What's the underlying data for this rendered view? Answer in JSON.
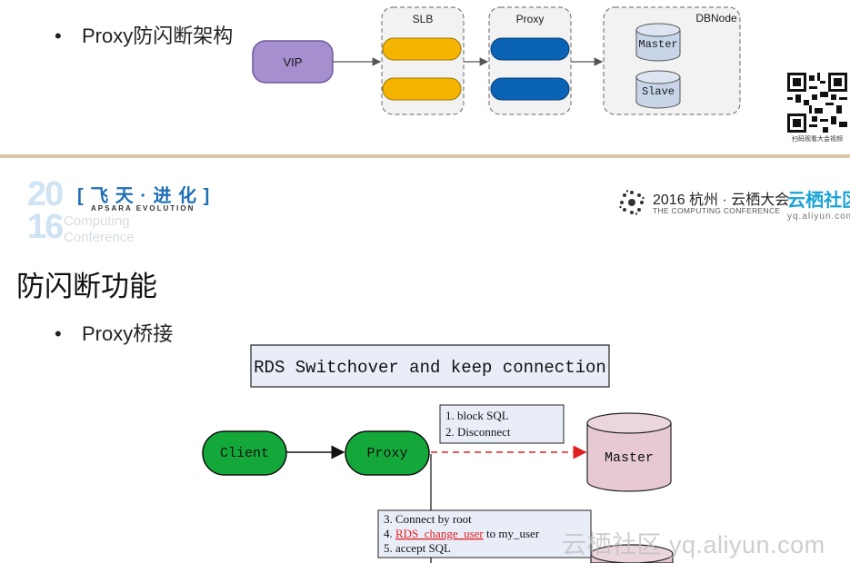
{
  "top_slide": {
    "bullet": "Proxy防闪断架构",
    "vip_label": "VIP",
    "slb_label": "SLB",
    "proxy_label": "Proxy",
    "dbnode_label": "DBNode",
    "master_label": "Master",
    "slave_label": "Slave",
    "qr_caption": "扫码观看大会视频"
  },
  "header": {
    "year_digits_top": "20",
    "year_digits_bottom": "16",
    "flytian_cn": "[ 飞 天 · 进 化 ]",
    "apsara_text": "APSARA EVOLUTION",
    "computing_text": "Computing",
    "conference_text": "Conference",
    "conf_title": "2016 杭州 · 云栖大会",
    "conf_sub": "THE COMPUTING CONFERENCE",
    "brand": "云栖社区",
    "brand_url": "yq.aliyun.com"
  },
  "bottom_slide": {
    "title": "防闪断功能",
    "bullet": "Proxy桥接",
    "box_title": "RDS Switchover and keep connection",
    "client_label": "Client",
    "proxy_label": "Proxy",
    "master_label": "Master",
    "step1": "1. block SQL",
    "step2": "2. Disconnect",
    "step3": "3. Connect by root",
    "step4_prefix": "4. ",
    "step4_red": "RDS_change_user",
    "step4_suffix": " to my_user",
    "step5": "5. accept SQL"
  },
  "watermark": "云栖社区 yq.aliyun.com",
  "colors": {
    "vip": "#a58fcf",
    "slb": "#f5b400",
    "proxy_pill": "#0b63b6",
    "db_fill": "#c8d4e8",
    "green": "#14a83b",
    "master_db": "#e6c9d3",
    "box_fill": "#e9edf8",
    "red_arrow": "#e02020"
  }
}
